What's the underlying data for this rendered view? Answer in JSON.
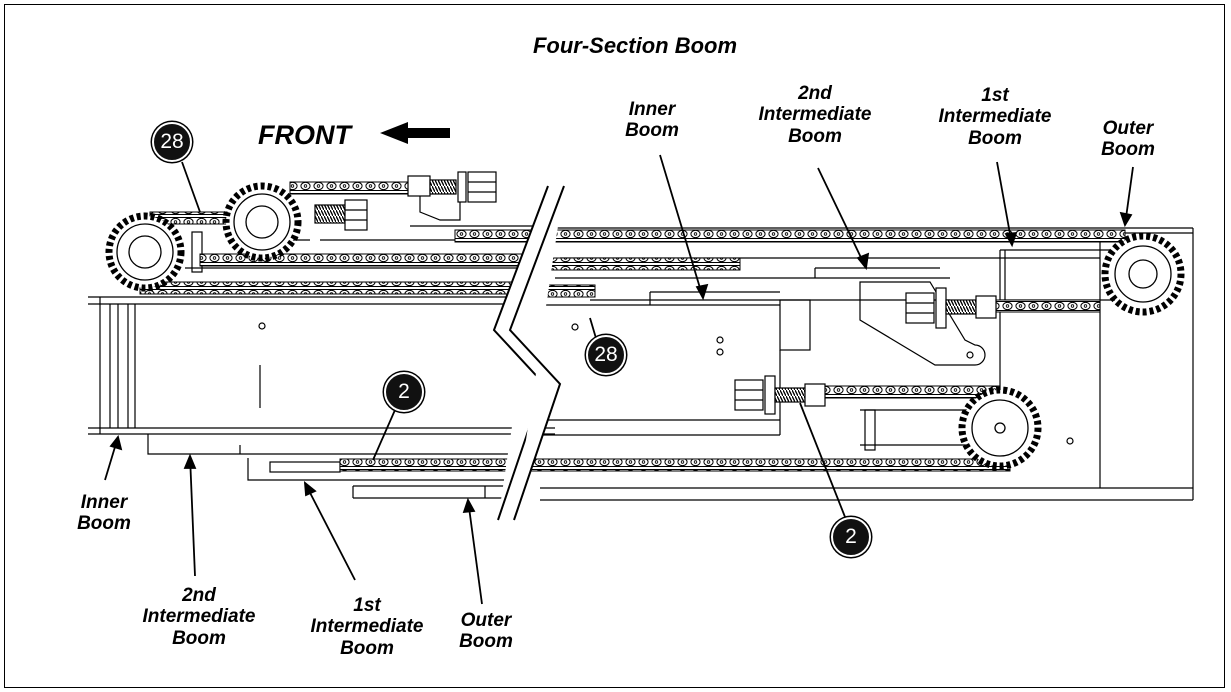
{
  "title": "Four-Section Boom",
  "direction_label": "FRONT",
  "callouts": [
    {
      "id": "28"
    },
    {
      "id": "28"
    },
    {
      "id": "2"
    },
    {
      "id": "2"
    }
  ],
  "labels": {
    "top_inner": [
      "Inner",
      "Boom"
    ],
    "top_2nd": [
      "2nd",
      "Intermediate",
      "Boom"
    ],
    "top_1st": [
      "1st",
      "Intermediate",
      "Boom"
    ],
    "top_outer": [
      "Outer",
      "Boom"
    ],
    "bot_inner": [
      "Inner",
      "Boom"
    ],
    "bot_2nd": [
      "2nd",
      "Intermediate",
      "Boom"
    ],
    "bot_1st": [
      "1st",
      "Intermediate",
      "Boom"
    ],
    "bot_outer": [
      "Outer",
      "Boom"
    ]
  }
}
